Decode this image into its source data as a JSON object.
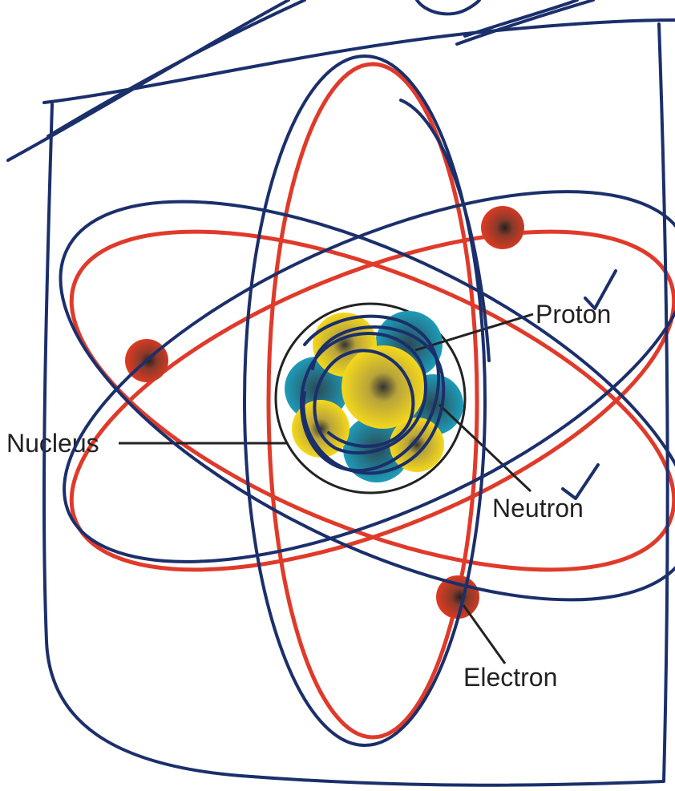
{
  "labels": {
    "proton": "Proton",
    "nucleus": "Nucleus",
    "neutron": "Neutron",
    "electron": "Electron"
  },
  "colors": {
    "orbit": "#e03a2a",
    "electron": "#e23a22",
    "proton": "#f4d81c",
    "neutron": "#1e9bb8",
    "ink": "#1b2f6b",
    "text": "#222222"
  },
  "icons": {
    "checkmark": "check-icon"
  }
}
